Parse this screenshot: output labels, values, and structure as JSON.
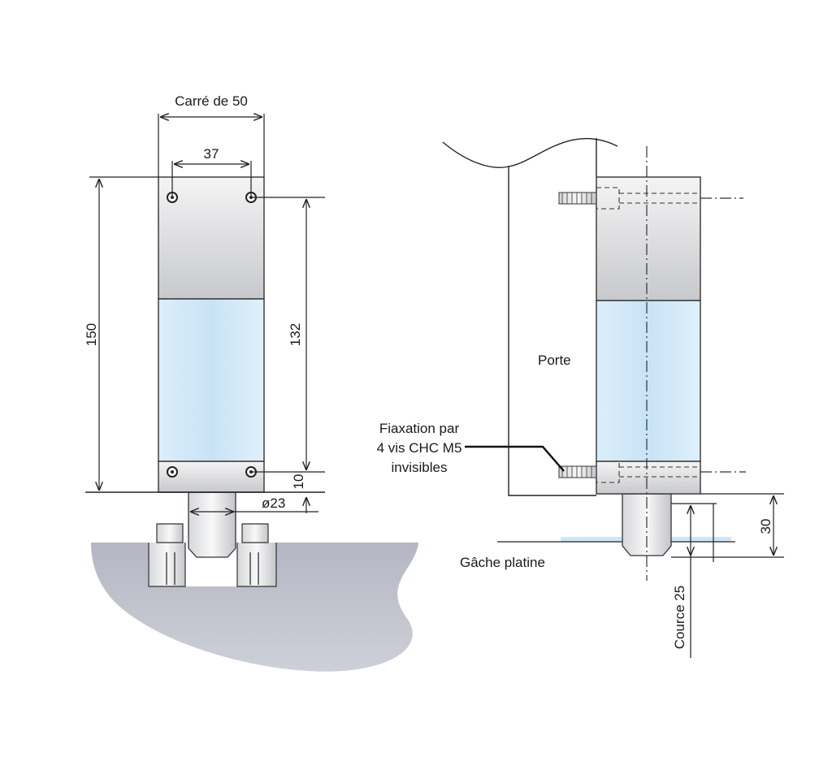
{
  "labels": {
    "square": "Carré de 50",
    "hole_spacing": "37",
    "total_height": "150",
    "hole_height": "132",
    "bottom_offset": "10",
    "pin_diameter": "ø23",
    "door": "Porte",
    "fixing_line1": "Fiaxation par",
    "fixing_line2": "4 vis CHC M5",
    "fixing_line3": "invisibles",
    "strike_plate": "Gâche platine",
    "travel": "Cource 25",
    "pin_length": "30"
  },
  "colors": {
    "glass_blue": "#cfe6f7",
    "metal_light": "#f2f2f3",
    "metal_dark": "#c9cacd",
    "ground": "#b9bcc6",
    "line": "#222222"
  }
}
